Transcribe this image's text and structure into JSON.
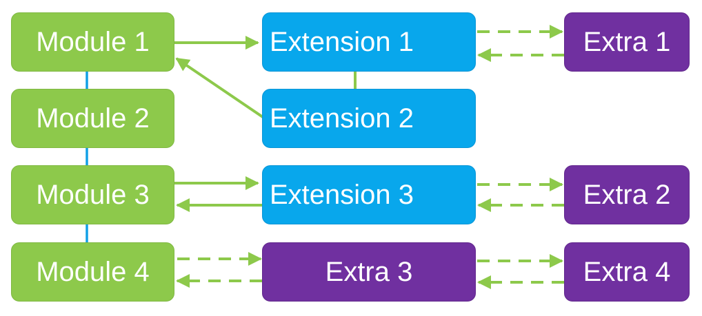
{
  "colors": {
    "module": "#8dc94b",
    "extension": "#08a7ec",
    "extra": "#7030a0",
    "green_arrow": "#8dc94b",
    "blue_arrow": "#11a0e6",
    "text": "#ffffff"
  },
  "nodes": {
    "module_1": "Module 1",
    "module_2": "Module 2",
    "module_3": "Module 3",
    "module_4": "Module 4",
    "extension_1": "Extension 1",
    "extension_2": "Extension 2",
    "extension_3": "Extension 3",
    "extra_1": "Extra 1",
    "extra_2": "Extra 2",
    "extra_3": "Extra 3",
    "extra_4": "Extra 4"
  },
  "links": [
    {
      "from": "module_1",
      "to": "extension_1",
      "style": "solid",
      "color": "green"
    },
    {
      "from": "extension_2",
      "to": "module_1",
      "style": "solid",
      "color": "green"
    },
    {
      "from": "extension_1",
      "to": "extension_2",
      "style": "solid",
      "color": "green"
    },
    {
      "from": "module_1",
      "to": "module_2",
      "style": "solid",
      "color": "blue"
    },
    {
      "from": "module_2",
      "to": "module_3",
      "style": "solid",
      "color": "blue"
    },
    {
      "from": "module_3",
      "to": "module_4",
      "style": "solid",
      "color": "blue"
    },
    {
      "from": "module_3",
      "to": "extension_3",
      "style": "solid",
      "color": "green"
    },
    {
      "from": "extension_3",
      "to": "module_3",
      "style": "solid",
      "color": "green"
    },
    {
      "from": "extension_1",
      "to": "extra_1",
      "style": "dashed",
      "color": "green"
    },
    {
      "from": "extra_1",
      "to": "extension_1",
      "style": "dashed",
      "color": "green"
    },
    {
      "from": "extension_3",
      "to": "extra_2",
      "style": "dashed",
      "color": "green"
    },
    {
      "from": "extra_2",
      "to": "extension_3",
      "style": "dashed",
      "color": "green"
    },
    {
      "from": "module_4",
      "to": "extra_3",
      "style": "dashed",
      "color": "green"
    },
    {
      "from": "extra_3",
      "to": "module_4",
      "style": "dashed",
      "color": "green"
    },
    {
      "from": "extra_3",
      "to": "extra_4",
      "style": "dashed",
      "color": "green"
    },
    {
      "from": "extra_4",
      "to": "extra_3",
      "style": "dashed",
      "color": "green"
    }
  ]
}
